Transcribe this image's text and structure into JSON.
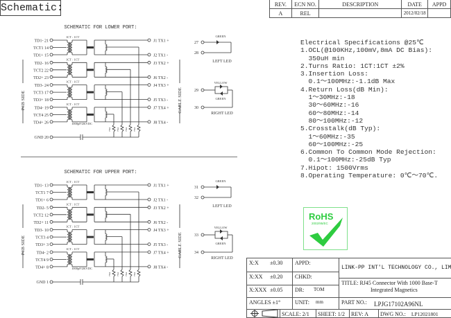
{
  "header": {
    "title": "Schematic:"
  },
  "revision_table": {
    "columns": [
      "REV.",
      "ECN NO.",
      "DESCRIPTION",
      "DATE",
      "APPD"
    ],
    "rows": [
      [
        "A",
        "REL",
        "",
        "2012/02/18",
        ""
      ]
    ]
  },
  "ports": [
    {
      "title": "SCHEMATIC FOR LOWER PORT:",
      "pcb_side": "PCB SIDE",
      "cable_side": "CABLE SIDE",
      "ratio_label": "1CT : 1CT",
      "left_pins": [
        [
          "TD1- 21",
          "TCT1 14",
          "TD1+ 15"
        ],
        [
          "TD2- 16",
          "TCT2 22",
          "TD2+ 23"
        ],
        [
          "TD3- 24",
          "TCT3 17",
          "TD3+ 18"
        ],
        [
          "TD4- 19",
          "TCT4 25",
          "TD4+ 26"
        ]
      ],
      "right_pins": [
        [
          "J1 TX1 +",
          "J2 TX1 -"
        ],
        [
          "J3 TX2 +",
          "J6 TX2 -"
        ],
        [
          "J4 TX3 +",
          "J5 TX3 -"
        ],
        [
          "J7 TX4 +",
          "J8 TX4 -"
        ]
      ],
      "gnd": "GND 20",
      "cap_label": "1000pF/2KVDC",
      "resistor_label": "75Ω",
      "left_led": {
        "color": "GREEN",
        "pins": [
          "27",
          "28"
        ],
        "label": "LEFT LED"
      },
      "right_led": {
        "colors": [
          "YELLOW",
          "GREEN"
        ],
        "pins": [
          "29",
          "30"
        ],
        "label": "RIGHT LED"
      }
    },
    {
      "title": "SCHEMATIC FOR UPPER PORT:",
      "pcb_side": "PCB SIDE",
      "cable_side": "CABLE SIDE",
      "ratio_label": "1CT : 1CT",
      "left_pins": [
        [
          "TD1- 13",
          "TCT1 7",
          "TD1+ 6"
        ],
        [
          "TD2- 5",
          "TCT2 12",
          "TD2+ 11"
        ],
        [
          "TD3- 10",
          "TCT3 4",
          "TD3+ 3"
        ],
        [
          "TD4- 2",
          "TCT4 9",
          "TD4+ 8"
        ]
      ],
      "right_pins": [
        [
          "J1 TX1 +",
          "J2 TX1 -"
        ],
        [
          "J3 TX2 +",
          "J6 TX2 -"
        ],
        [
          "J4 TX3 +",
          "J5 TX3 -"
        ],
        [
          "J7 TX4 +",
          "J8 TX4 -"
        ]
      ],
      "gnd": "GND 1",
      "cap_label": "1000pF/2KVDC",
      "resistor_label": "75Ω",
      "left_led": {
        "color": "GREEN",
        "pins": [
          "31",
          "32"
        ],
        "label": "LEFT LED"
      },
      "right_led": {
        "colors": [
          "YELLOW",
          "GREEN"
        ],
        "pins": [
          "33",
          "34"
        ],
        "label": "RIGHT LED"
      }
    }
  ],
  "specs": {
    "lines": [
      "Electrical Specifications @25℃",
      "1.OCL(@100KHz,100mV,8mA DC Bias):",
      "  350uH min",
      "2.Turns Ratio: 1CT:1CT ±2%",
      "3.Insertion Loss:",
      "  0.1～100MHz:-1.1dB Max",
      "4.Return Loss(dB Min):",
      "  1～30MHz:-18",
      "  30～60MHz:-16",
      "  60～80MHz:-14",
      "  80～100MHz:-12",
      "5.Crosstalk(dB Typ):",
      "  1～60MHz:-35",
      "  60～100MHz:-25",
      "6.Common To Common Mode Rejection:",
      "  0.1～100MHz:-25dB Typ",
      "7.Hipot: 1500Vrms",
      "8.Operating Temperature: 0℃～70℃."
    ]
  },
  "rohs": {
    "text": "RoHS",
    "directive": "2002/95/EC",
    "color": "#2ecc40"
  },
  "title_block": {
    "tol_x": "X:X",
    "tol_x_val": "±0.30",
    "tol_xx": "X:XX",
    "tol_xx_val": "±0.20",
    "tol_xxx": "X:XXX",
    "tol_xxx_val": "±0.05",
    "angles": "ANGLES",
    "angles_val": "±1°",
    "appd": "APPD:",
    "chkd": "CHKD:",
    "dr": "DR:",
    "dr_val": "TOM",
    "unit": "UNIT:",
    "unit_val": "mm",
    "company": "LINK-PP INT'L TECHNOLOGY CO., LIMITED",
    "title_label": "TITLE:",
    "title_line1": "RJ45 Connector With 1000 Base-T",
    "title_line2": "Integrated Magnetics",
    "part_label": "PART NO.:",
    "part_no": "LPJG17102A96NL",
    "scale": "SCALE:",
    "scale_val": "2/1",
    "sheet": "SHEET:",
    "sheet_val": "1/2",
    "rev": "REV:",
    "rev_val": "A",
    "dwg": "DWG NO.:",
    "dwg_val": "LP12021801"
  }
}
